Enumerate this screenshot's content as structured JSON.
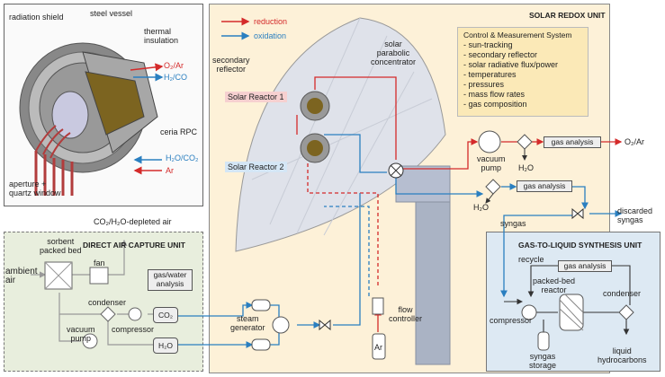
{
  "reactor_cutaway": {
    "radiation_shield": "radiation shield",
    "steel_vessel": "steel vessel",
    "thermal_insulation": "thermal\ninsulation",
    "o2_ar": "O₂/Ar",
    "h2_co": "H₂/CO",
    "ceria_rpc": "ceria RPC",
    "h2o_co2": "H₂O/CO₂",
    "ar": "Ar",
    "aperture": "aperture +\nquartz window"
  },
  "legend": {
    "reduction": "reduction",
    "oxidation": "oxidation"
  },
  "solar_unit": {
    "title": "SOLAR REDOX UNIT",
    "secondary_reflector": "secondary\nreflector",
    "concentrator": "solar\nparabolic\nconcentrator",
    "reactor1": "Solar Reactor 1",
    "reactor2": "Solar Reactor 2",
    "control_title": "Control & Measurement System",
    "control_items": [
      "- sun-tracking",
      "- secondary reflector",
      "- solar radiative flux/power",
      "- temperatures",
      "- pressures",
      "- mass flow rates",
      "- gas composition"
    ],
    "vacuum_pump": "vacuum\npump",
    "h2o_a": "H₂O",
    "h2o_b": "H₂O",
    "gas_analysis_1": "gas analysis",
    "gas_analysis_2": "gas analysis",
    "o2_ar_out": "O₂/Ar",
    "steam_generator": "steam\ngenerator",
    "ar_bottle": "Ar",
    "flow_controller": "flow\ncontroller"
  },
  "discarded": "discarded\nsyngas",
  "syngas": "syngas",
  "dac": {
    "depleted_air": "CO₂/H₂O-depleted air",
    "title": "DIRECT AIR CAPTURE UNIT",
    "sorbent": "sorbent\npacked bed",
    "fan": "fan",
    "gas_water": "gas/water\nanalysis",
    "ambient": "ambient\nair",
    "condenser": "condenser",
    "vacuum_pump": "vacuum\npump",
    "compressor": "compressor",
    "co2": "CO₂",
    "h2o": "H₂O"
  },
  "gtl": {
    "title": "GAS-TO-LIQUID SYNTHESIS UNIT",
    "recycle": "recycle",
    "gas_analysis": "gas analysis",
    "packed_bed": "packed-bed\nreactor",
    "condenser": "condenser",
    "compressor": "compressor",
    "syngas_storage": "syngas\nstorage",
    "liquid": "liquid\nhydrocarbons"
  },
  "colors": {
    "reduction": "#d42a2a",
    "oxidation": "#2a7fc0",
    "solar_bg": "#fdf1d8",
    "dac_bg": "#e8eedd",
    "gtl_bg": "#dde9f3"
  }
}
